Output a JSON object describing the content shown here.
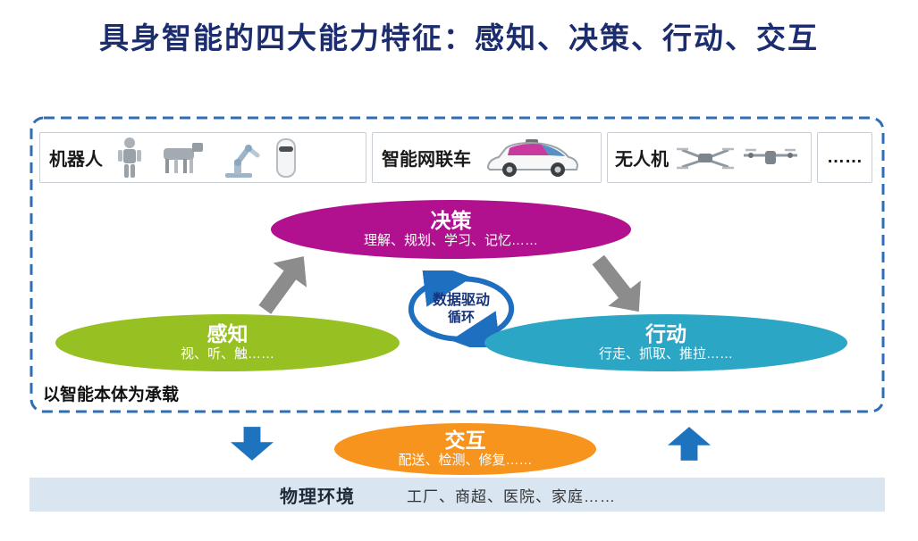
{
  "title": "具身智能的四大能力特征：感知、决策、行动、交互",
  "carrier_bar": {
    "robots_label": "机器人",
    "vehicles_label": "智能网联车",
    "drones_label": "无人机",
    "more_label": "……"
  },
  "capabilities": {
    "decision": {
      "label": "决策",
      "desc": "理解、规划、学习、记忆……",
      "color": "#b1118f"
    },
    "perception": {
      "label": "感知",
      "desc": "视、听、触……",
      "color": "#97c122"
    },
    "action": {
      "label": "行动",
      "desc": "行走、抓取、推拉……",
      "color": "#2ba6c5"
    },
    "interaction": {
      "label": "交互",
      "desc": "配送、检测、修复……",
      "color": "#f7941e"
    }
  },
  "loop": {
    "line1": "数据驱动",
    "line2": "循环",
    "color": "#1e6fc0"
  },
  "carrier_caption": "以智能本体为承载",
  "environment": {
    "label": "物理环境",
    "items": "工厂、商超、医院、家庭……",
    "bg": "#d9e6f2"
  },
  "accents": {
    "title_color": "#1b2d6e",
    "frame_color": "#2f6eb5",
    "arrow_gray": "#8c8c8c",
    "arrow_blue": "#1e73be"
  }
}
